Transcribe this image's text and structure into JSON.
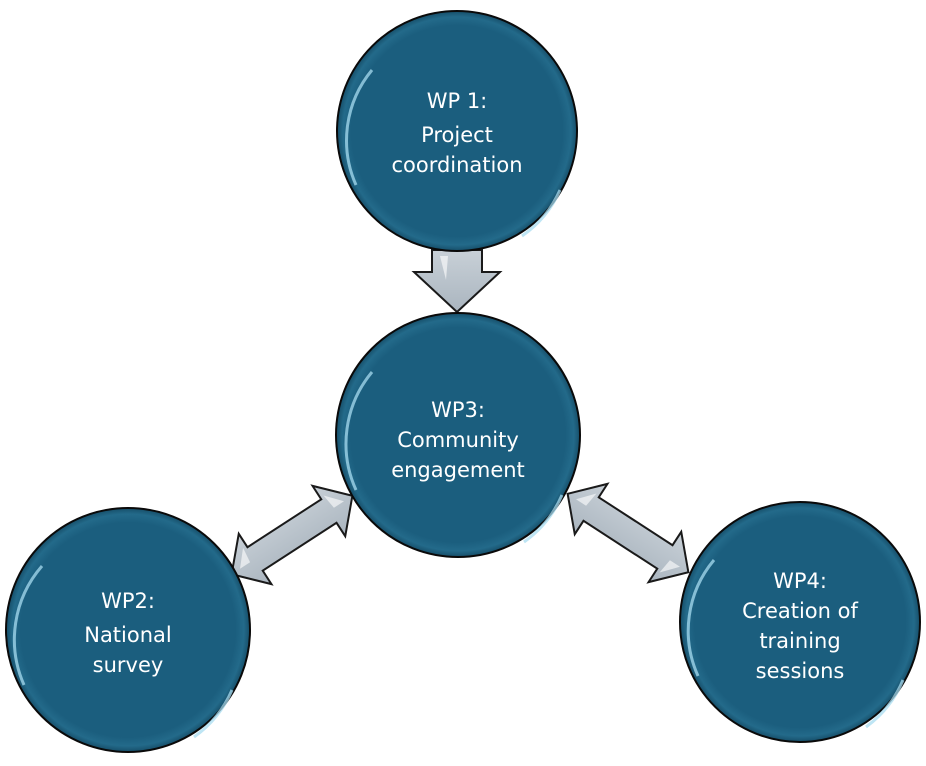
{
  "diagram": {
    "colors": {
      "node_fill": "#1b5e7e",
      "node_stroke": "#0a0a0a",
      "arrow_fill": "#b9c3cc",
      "arrow_stroke": "#1a1a1a",
      "text": "#ffffff"
    },
    "nodes": [
      {
        "id": "wp1",
        "title": "WP 1:",
        "lines": [
          "Project",
          "coordination"
        ]
      },
      {
        "id": "wp2",
        "title": "WP2:",
        "lines": [
          "National",
          "survey"
        ]
      },
      {
        "id": "wp3",
        "title": "WP3:",
        "lines": [
          "Community",
          "engagement"
        ]
      },
      {
        "id": "wp4",
        "title": "WP4:",
        "lines": [
          "Creation of",
          "training",
          "sessions"
        ]
      }
    ],
    "edges": [
      {
        "from": "wp1",
        "to": "wp3",
        "direction": "one-way"
      },
      {
        "from": "wp2",
        "to": "wp3",
        "direction": "two-way"
      },
      {
        "from": "wp3",
        "to": "wp4",
        "direction": "two-way"
      }
    ]
  }
}
